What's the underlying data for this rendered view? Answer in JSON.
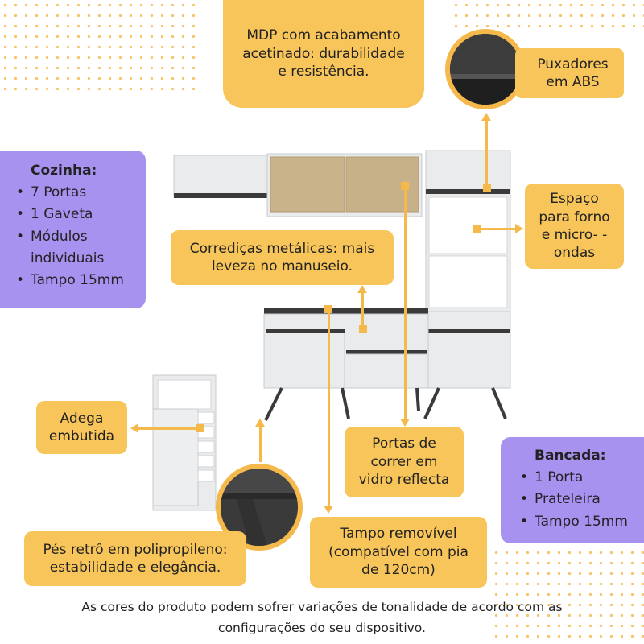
{
  "callouts": {
    "mdp": "MDP com acabamento acetinado: durabilidade e resistência.",
    "puxadores": "Puxadores em ABS",
    "espaco": "Espaço para forno e micro- -ondas",
    "corredicas": "Corrediças metálicas: mais leveza no manuseio.",
    "adega": "Adega embutida",
    "portas": "Portas de correr em vidro reflecta",
    "pes": "Pés retrô em polipropileno: estabilidade e elegância.",
    "tampo": "Tampo removível (compatível com pia de 120cm)"
  },
  "cozinha": {
    "title": "Cozinha:",
    "items": [
      "7 Portas",
      "1 Gaveta",
      "Módulos individuais",
      "Tampo 15mm"
    ]
  },
  "bancada": {
    "title": "Bancada:",
    "items": [
      "1 Porta",
      "Prateleira",
      "Tampo 15mm"
    ]
  },
  "footer": {
    "line1": "As cores do produto podem sofrer variações de tonalidade de acordo com as",
    "line2": "configurações do seu dispositivo."
  },
  "colors": {
    "yellow": "#f8c55a",
    "purple": "#a892f0",
    "cabinet": "#e6e8ea",
    "handle": "#3a3a3a"
  }
}
